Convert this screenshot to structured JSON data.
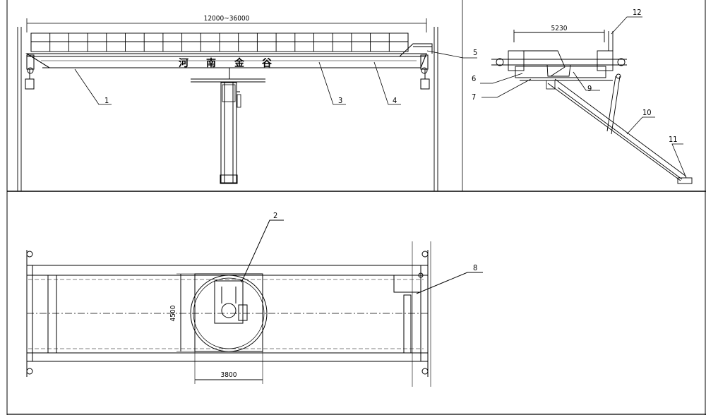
{
  "dimensions": {
    "span": "12000~36000",
    "wheel_base": "5230",
    "width": "4500",
    "slewing": "3800"
  },
  "crane_lettering": [
    "河",
    "南",
    "金",
    "谷"
  ],
  "callouts": [
    "1",
    "2",
    "3",
    "4",
    "5",
    "6",
    "7",
    "8",
    "9",
    "10",
    "11",
    "12"
  ]
}
